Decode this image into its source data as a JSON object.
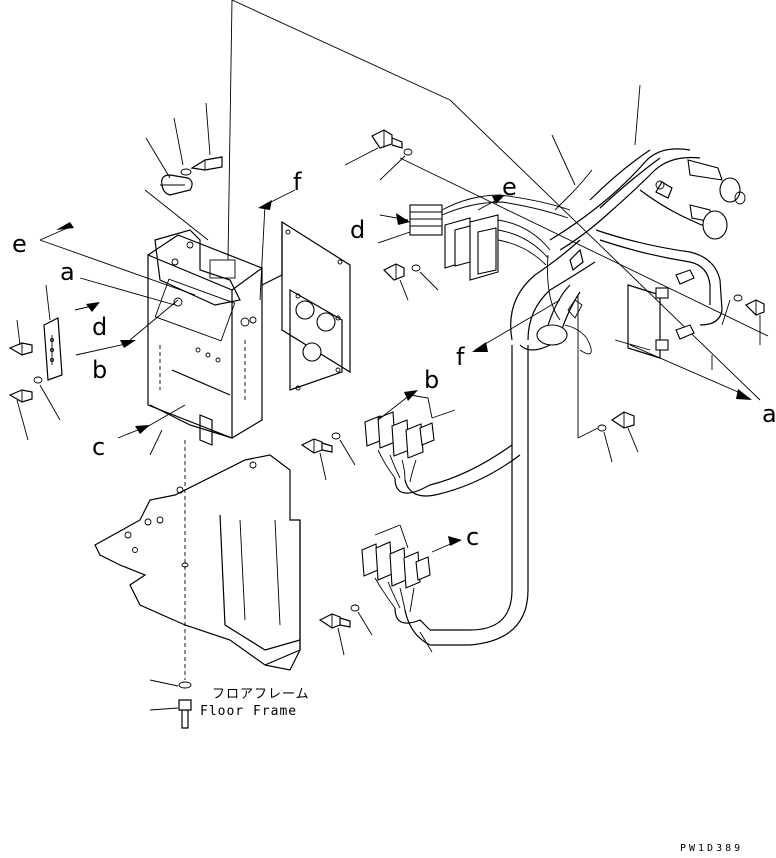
{
  "labels": {
    "a": "a",
    "b": "b",
    "c": "c",
    "d": "d",
    "e": "e",
    "f": "f"
  },
  "caption": {
    "jp": "フロアフレーム",
    "en": "Floor Frame"
  },
  "drawing_code": "PW1D389"
}
